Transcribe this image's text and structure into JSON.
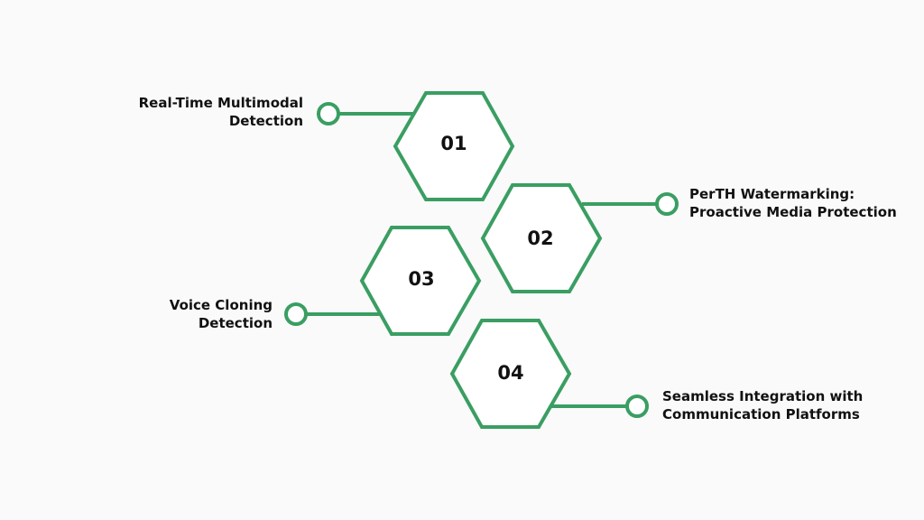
{
  "accent_color": "#3a9e62",
  "items": [
    {
      "number": "01",
      "label_lines": [
        "Real-Time Multimodal",
        "Detection"
      ]
    },
    {
      "number": "02",
      "label_lines": [
        "PerTH Watermarking:",
        "Proactive Media Protection"
      ]
    },
    {
      "number": "03",
      "label_lines": [
        "Voice Cloning",
        "Detection"
      ]
    },
    {
      "number": "04",
      "label_lines": [
        "Seamless Integration with",
        "Communication Platforms"
      ]
    }
  ]
}
